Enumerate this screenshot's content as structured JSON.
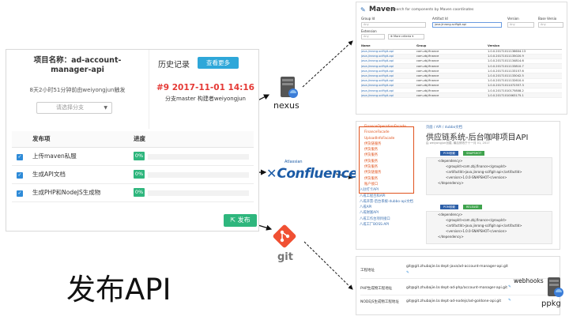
{
  "build_panel": {
    "project_line1": "项目名称：ad-account-",
    "project_line2": "manager-api",
    "history_title": "历史记录",
    "history_button": "查看更多",
    "trigger_text": "8天2小时51分钟前由weiyongjun触发",
    "branch_placeholder": "请选择分支",
    "build_number": "#9 2017-11-01 14:16",
    "build_by": "分支master 构建者weiyongjun",
    "columns": [
      "发布项",
      "进度"
    ],
    "rows": [
      {
        "name": "上传maven私服",
        "progress_label": "0%",
        "progress": 0
      },
      {
        "name": "生成API文档",
        "progress_label": "0%",
        "progress": 0
      },
      {
        "name": "生成PHP和NodeJS生成物",
        "progress_label": "0%",
        "progress": 0
      }
    ],
    "publish_button": "发布",
    "publish_icon": "external-link-icon"
  },
  "big_title": "发布API",
  "nodes": {
    "nexus": "nexus",
    "confluence_small": "Atlassian",
    "confluence": "Confluence",
    "git": "git",
    "webhooks": "webhooks",
    "ppkg": "ppkg"
  },
  "maven": {
    "logo": "Maven",
    "subtitle": "Search for components by Maven coordinates",
    "group_label": "Group Id",
    "artifact_label": "Artifact Id",
    "version_label": "Version",
    "base_version_label": "Base Versio",
    "group_placeholder": "Any",
    "artifact_value": "java.jinrong-scifigit-api",
    "version_placeholder": "Any",
    "base_placeholder": "Any",
    "extension_label": "Extension",
    "extension_placeholder": "Any",
    "more_criteria": "More criteria",
    "columns": [
      "Name",
      "Group",
      "Version"
    ],
    "rows": [
      [
        "java.jinrong-scifigit-api",
        "com.zbj.finance",
        "1.0.0.20171011136604.13"
      ],
      [
        "java.jinrong-scifigit-api",
        "com.zbj.finance",
        "1.0.0.20171011135020.9"
      ],
      [
        "java.jinrong-scifigit-api",
        "com.zbj.finance",
        "1.0.0.20171011134814.6"
      ],
      [
        "java.jinrong-scifigit-api",
        "com.zbj.finance",
        "1.0.0.20171011133810.7"
      ],
      [
        "java.jinrong-scifigit-api",
        "com.zbj.finance",
        "1.0.0.20171011133157.6"
      ],
      [
        "java.jinrong-scifigit-api",
        "com.zbj.finance",
        "1.0.0.20171011133042.5"
      ],
      [
        "java.jinrong-scifigit-api",
        "com.zbj.finance",
        "1.0.0.20171011132610.4"
      ],
      [
        "java.jinrong-scifigit-api",
        "com.zbj.finance",
        "1.0.0.20171011072357.3"
      ],
      [
        "java.jinrong-scifigit-api",
        "com.zbj.finance",
        "1.0.0.20171010175808.2"
      ],
      [
        "java.jinrong-scifigit-api",
        "com.zbj.finance",
        "1.0.0.20171010063175.1"
      ]
    ]
  },
  "confluence_page": {
    "sidebar": [
      "FinanceOperationFacade",
      "FinanceFacade",
      "UploadInfoFacade",
      "供货链服务",
      "供货服务",
      "供货服务",
      "供货服务",
      "供货服务",
      "供货链服务",
      "供货服务",
      "账户接口",
      "入驻打卡API",
      "八戒工程百科API",
      "八戒开票-后台系统-dubbo-api文档",
      "八戒API",
      "八戒财富API",
      "八戒工作台项目接口",
      "八戒工厂BOSS-API"
    ],
    "breadcrumb": "页面 / API / dubbo文档",
    "title": "供应链系统-后台咖啡项目API",
    "meta": "由 weiyongjun创建, 最后修改于十一月 01, 2017",
    "tag_pom": "POM依赖",
    "tag_snapshot": "SNAPSHOT",
    "code1": [
      "<dependency>",
      "<groupId>com.zbj.finance</groupId>",
      "<artifactId>java.jinrong-scifigit-api</artifactId>",
      "<version>1.0.0-SNAPSHOT</version>",
      "</dependency>"
    ],
    "tag_release": "RELEASE",
    "code2": [
      "<dependency>",
      "<groupId>com.zbj.finance</groupId>",
      "<artifactId>java.jinrong-scifigit-api</artifactId>",
      "<version>1.0.0-SNAPSHOT</version>",
      "</dependency>"
    ]
  },
  "git_panel": {
    "rows": [
      {
        "label": "工程地址",
        "value": "git@git.zhubajie.la:dept-java/ad-account-manager-api.git"
      },
      {
        "label": "PHP生成物工程地址",
        "value": "git@git.zhubajie.la:dept-ad-php/account-manager-api.git"
      },
      {
        "label": "NODEJS生成物工程地址",
        "value": "git@git.zhubajie.la:dept-ad-nodejs/ad-goldone-api.git"
      }
    ]
  },
  "colors": {
    "accent": "#2ea7d9",
    "success": "#2eb67d",
    "danger": "#e53935",
    "checkbox": "#2e8bd8",
    "confluence": "#1b5ba6",
    "git": "#f05033"
  }
}
